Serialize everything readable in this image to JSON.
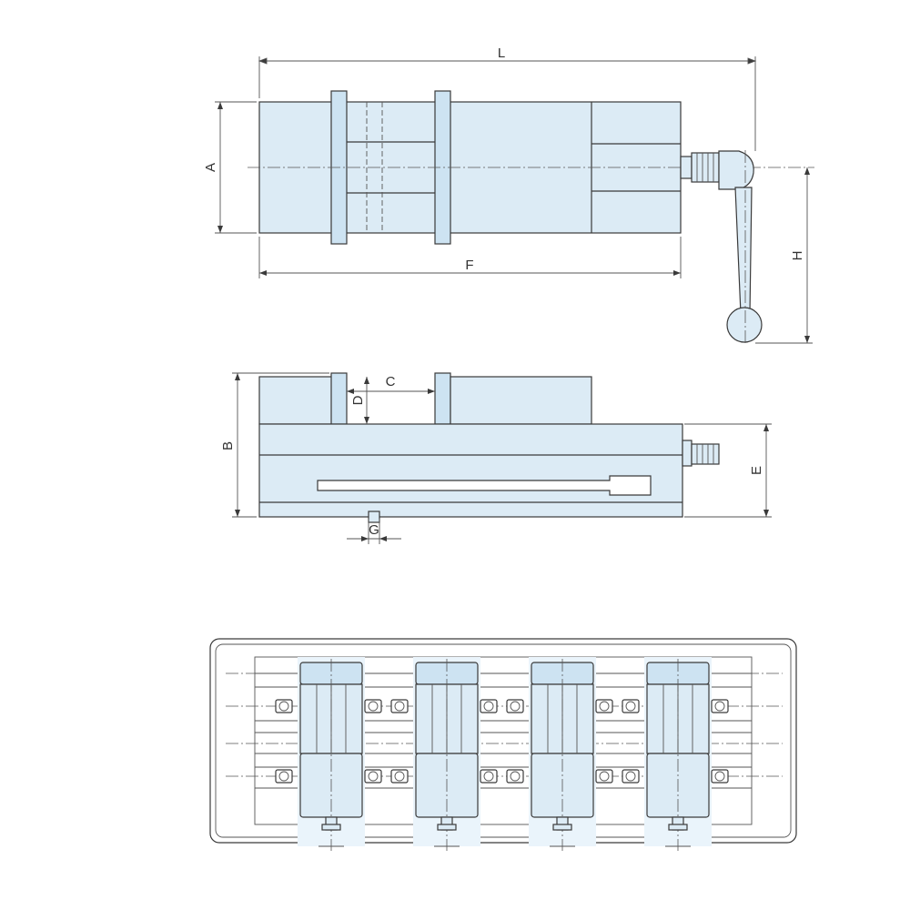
{
  "colors": {
    "part_fill": "#dcebf5",
    "part_highlight": "#cde3f2",
    "line": "#3a3a3a",
    "background": "#ffffff"
  },
  "dimensions": {
    "L": "L",
    "A": "A",
    "F": "F",
    "H": "H",
    "C": "C",
    "D": "D",
    "B": "B",
    "E": "E",
    "G": "G"
  },
  "views": {
    "top_view": {
      "vise_count": 1
    },
    "side_view": {
      "vise_count": 1
    },
    "base_plate": {
      "vise_count": 4
    }
  }
}
